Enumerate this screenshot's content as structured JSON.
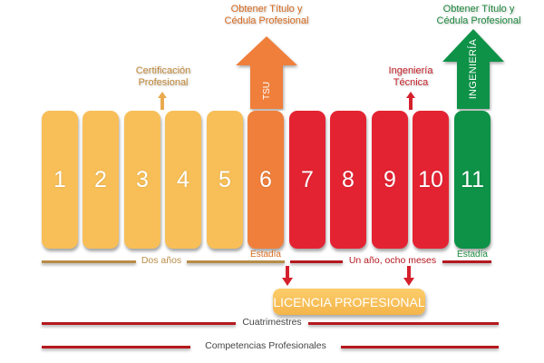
{
  "colors": {
    "yellow": "#f8bf58",
    "orange": "#ef7f3b",
    "red": "#e42332",
    "green": "#0e9247",
    "brown_line": "#b98c47",
    "red_line": "#b5181f"
  },
  "bars": [
    {
      "label": "1",
      "color": "yellow"
    },
    {
      "label": "2",
      "color": "yellow"
    },
    {
      "label": "3",
      "color": "yellow"
    },
    {
      "label": "4",
      "color": "yellow"
    },
    {
      "label": "5",
      "color": "yellow"
    },
    {
      "label": "6",
      "color": "orange"
    },
    {
      "label": "7",
      "color": "red"
    },
    {
      "label": "8",
      "color": "red"
    },
    {
      "label": "9",
      "color": "red"
    },
    {
      "label": "10",
      "color": "red"
    },
    {
      "label": "11",
      "color": "green"
    }
  ],
  "top_labels": {
    "tsu_goal_line1": "Obtener Título y",
    "tsu_goal_line2": "Cédula Profesional",
    "tsu_arrow": "TSU",
    "ing_goal_line1": "Obtener Título y",
    "ing_goal_line2": "Cédula Profesional",
    "ing_arrow": "INGENIERÍA",
    "cert_line1": "Certificación",
    "cert_line2": "Profesional",
    "tec_line1": "Ingeniería",
    "tec_line2": "Técnica"
  },
  "bottom_labels": {
    "estadia_tsu": "Estadía",
    "estadia_ing": "Estadía",
    "dos_anos": "Dos años",
    "un_ano": "Un año, ocho meses",
    "licencia": "LICENCIA PROFESIONAL",
    "cuatrimestres": "Cuatrimestres",
    "competencias": "Competencias Profesionales"
  }
}
